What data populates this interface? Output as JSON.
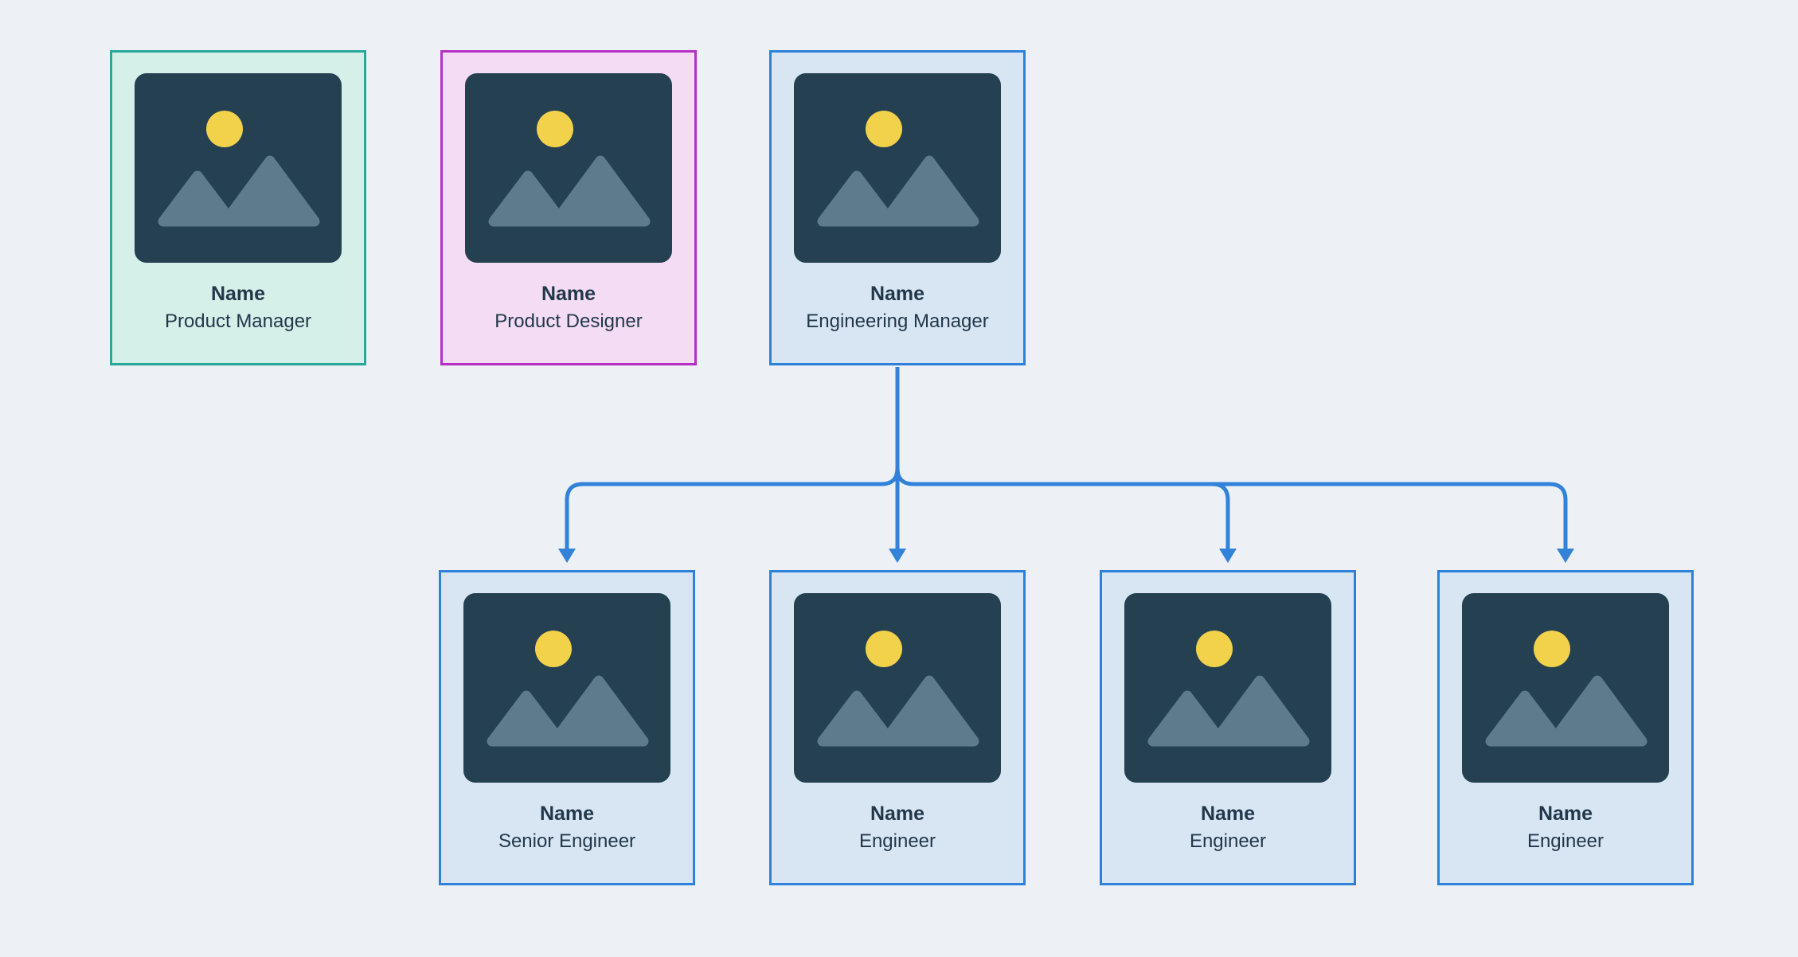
{
  "page": {
    "background": "#edf1f5"
  },
  "palette": {
    "page_bg": "#edf1f5",
    "connector_blue": "#3182d8",
    "image_bg": "#254050",
    "image_mountain": "#5d7b8a",
    "image_sun": "#f2d14b",
    "text_dark": "#22384a"
  },
  "org_chart": {
    "connector_color": "#3182d8",
    "top_row": [
      {
        "name": "Name",
        "role": "Product Manager",
        "border_color": "#2aa79b",
        "fill_color": "#d5efe9"
      },
      {
        "name": "Name",
        "role": "Product Designer",
        "border_color": "#b52fc6",
        "fill_color": "#f4dcf4"
      },
      {
        "name": "Name",
        "role": "Engineering Manager",
        "border_color": "#2f80d8",
        "fill_color": "#d8e6f4"
      }
    ],
    "bottom_row": [
      {
        "name": "Name",
        "role": "Senior Engineer",
        "border_color": "#2f80d8",
        "fill_color": "#d8e6f4"
      },
      {
        "name": "Name",
        "role": "Engineer",
        "border_color": "#2f80d8",
        "fill_color": "#d8e6f4"
      },
      {
        "name": "Name",
        "role": "Engineer",
        "border_color": "#2f80d8",
        "fill_color": "#d8e6f4"
      },
      {
        "name": "Name",
        "role": "Engineer",
        "border_color": "#2f80d8",
        "fill_color": "#d8e6f4"
      }
    ],
    "edges": [
      {
        "from": "Engineering Manager",
        "to": "Senior Engineer"
      },
      {
        "from": "Engineering Manager",
        "to": "Engineer"
      },
      {
        "from": "Engineering Manager",
        "to": "Engineer"
      },
      {
        "from": "Engineering Manager",
        "to": "Engineer"
      }
    ]
  }
}
